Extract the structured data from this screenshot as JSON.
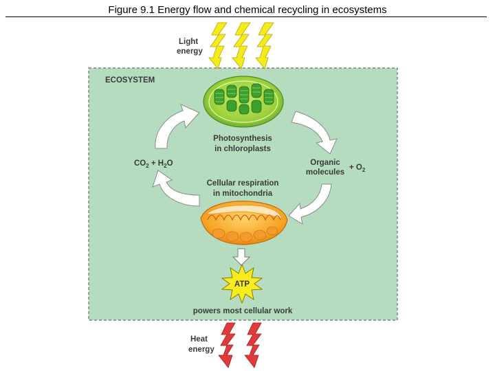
{
  "figure": {
    "title": "Figure 9.1 Energy flow and chemical recycling in ecosystems"
  },
  "labels": {
    "light_line1": "Light",
    "light_line2": "energy",
    "ecosystem": "ECOSYSTEM",
    "photosynthesis_line1": "Photosynthesis",
    "photosynthesis_line2": "in chloroplasts",
    "co2_prefix": "CO",
    "co2_sub": "2",
    "co2_plus_h": " + H",
    "h2o_sub": "2",
    "h2o_suffix": "O",
    "organic_line1": "Organic",
    "organic_line2": "molecules",
    "o2_prefix": "+ O",
    "o2_sub": "2",
    "respiration_line1": "Cellular respiration",
    "respiration_line2": "in mitochondria",
    "atp": "ATP",
    "powers": "powers most cellular work",
    "heat_line1": "Heat",
    "heat_line2": "energy"
  },
  "colors": {
    "ecosystem_fill": "#b5dcbf",
    "ecosystem_border": "#6b6b6b",
    "light_bolt": "#f3ec1a",
    "heat_bolt": "#e23a3a",
    "cycle_arrow": "#ffffff",
    "atp_star": "#f7ec1c"
  },
  "icons": [
    "light-bolt-icon",
    "heat-bolt-icon",
    "chloroplast-icon",
    "mitochondrion-icon",
    "atp-star-icon",
    "cycle-arrow-icon",
    "down-arrow-icon"
  ]
}
